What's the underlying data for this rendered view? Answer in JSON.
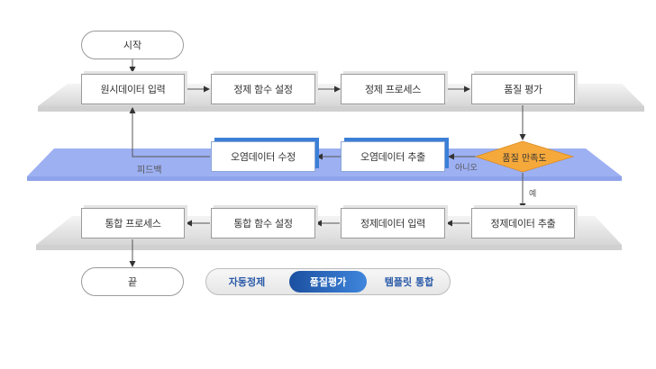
{
  "colors": {
    "gray_band": "#dcdcdc",
    "blue_band": "#9db0f2",
    "diamond": "#f6a93b",
    "node_accent_blue": "#3b7fd6",
    "toggle_active": "#2a66c0",
    "toggle_text": "#2a5aa8"
  },
  "flow": {
    "start": "시작",
    "end": "끝",
    "row1": [
      "원시데이터 입력",
      "정제 함수 설정",
      "정제 프로세스",
      "품질 평가"
    ],
    "row2": [
      "오염데이터 수정",
      "오염데이터 추출"
    ],
    "decision": "품질 만족도",
    "row3": [
      "통합 프로세스",
      "통합 함수 설정",
      "정제데이터 입력",
      "정제데이터 추출"
    ],
    "labels": {
      "feedback": "피드백",
      "no": "아니오",
      "yes": "예"
    }
  },
  "toggle": {
    "options": [
      "자동정제",
      "품질평가",
      "템플릿 통합"
    ],
    "active": "품질평가"
  }
}
